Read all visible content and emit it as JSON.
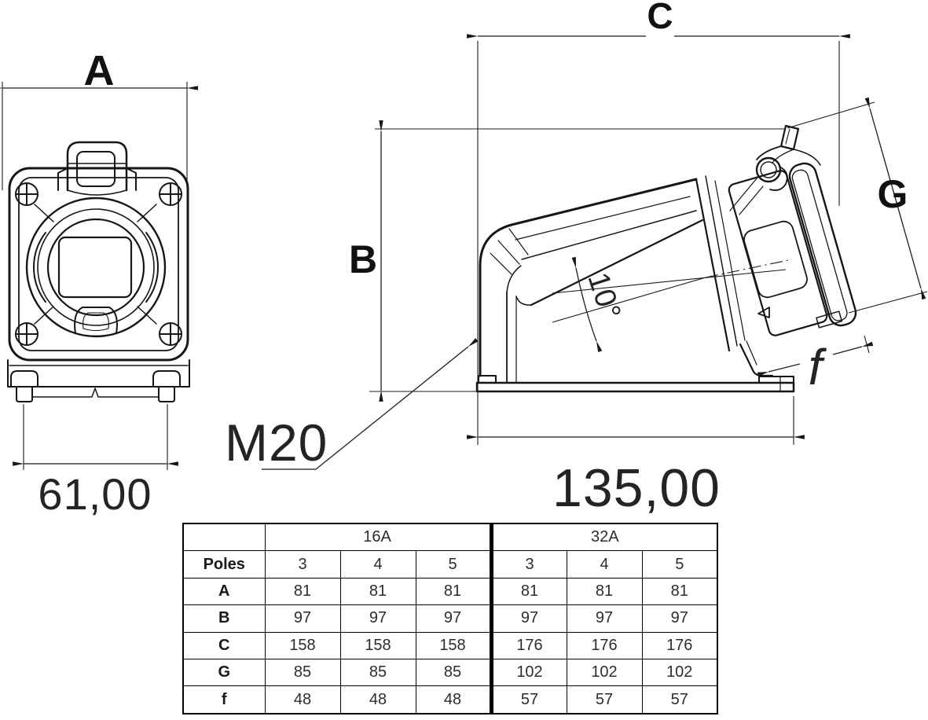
{
  "dimensions": {
    "A": "A",
    "B": "B",
    "C": "C",
    "G": "G",
    "f": "f",
    "front_width": "61,00",
    "base_length": "135,00",
    "angle": "10°",
    "cable_gland": "M20"
  },
  "table": {
    "col_groups": [
      {
        "label": "16A"
      },
      {
        "label": "32A"
      }
    ],
    "row_header": "Poles",
    "pole_counts": [
      "3",
      "4",
      "5",
      "3",
      "4",
      "5"
    ],
    "rows": [
      {
        "label": "A",
        "values": [
          "81",
          "81",
          "81",
          "81",
          "81",
          "81"
        ]
      },
      {
        "label": "B",
        "values": [
          "97",
          "97",
          "97",
          "97",
          "97",
          "97"
        ]
      },
      {
        "label": "C",
        "values": [
          "158",
          "158",
          "158",
          "176",
          "176",
          "176"
        ]
      },
      {
        "label": "G",
        "values": [
          "85",
          "85",
          "85",
          "102",
          "102",
          "102"
        ]
      },
      {
        "label": "f",
        "values": [
          "48",
          "48",
          "48",
          "57",
          "57",
          "57"
        ]
      }
    ]
  },
  "colors": {
    "line": "#161616",
    "text": "#242424",
    "background": "#ffffff"
  }
}
